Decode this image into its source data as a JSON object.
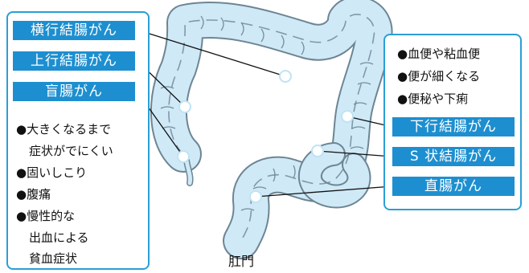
{
  "labels": {
    "transverse": "横行結腸がん",
    "ascending": "上行結腸がん",
    "cecum": "盲腸がん",
    "descending": "下行結腸がん",
    "sigmoid": "S 状結腸がん",
    "rectum": "直腸がん"
  },
  "left_symptoms": [
    "●大きくなるまで",
    "症状がでにくい",
    "●固いしこり",
    "●腹痛",
    "●慢性的な",
    "出血による",
    "貧血症状"
  ],
  "right_symptoms": [
    "●血便や粘血便",
    "●便が細くなる",
    "●便秘や下痢"
  ],
  "anus": "肛門",
  "colors": {
    "accent": "#1d8fd0",
    "border": "#2a9fd6",
    "colon_fill": "#cfe9f7",
    "colon_stroke": "#6d8594"
  }
}
